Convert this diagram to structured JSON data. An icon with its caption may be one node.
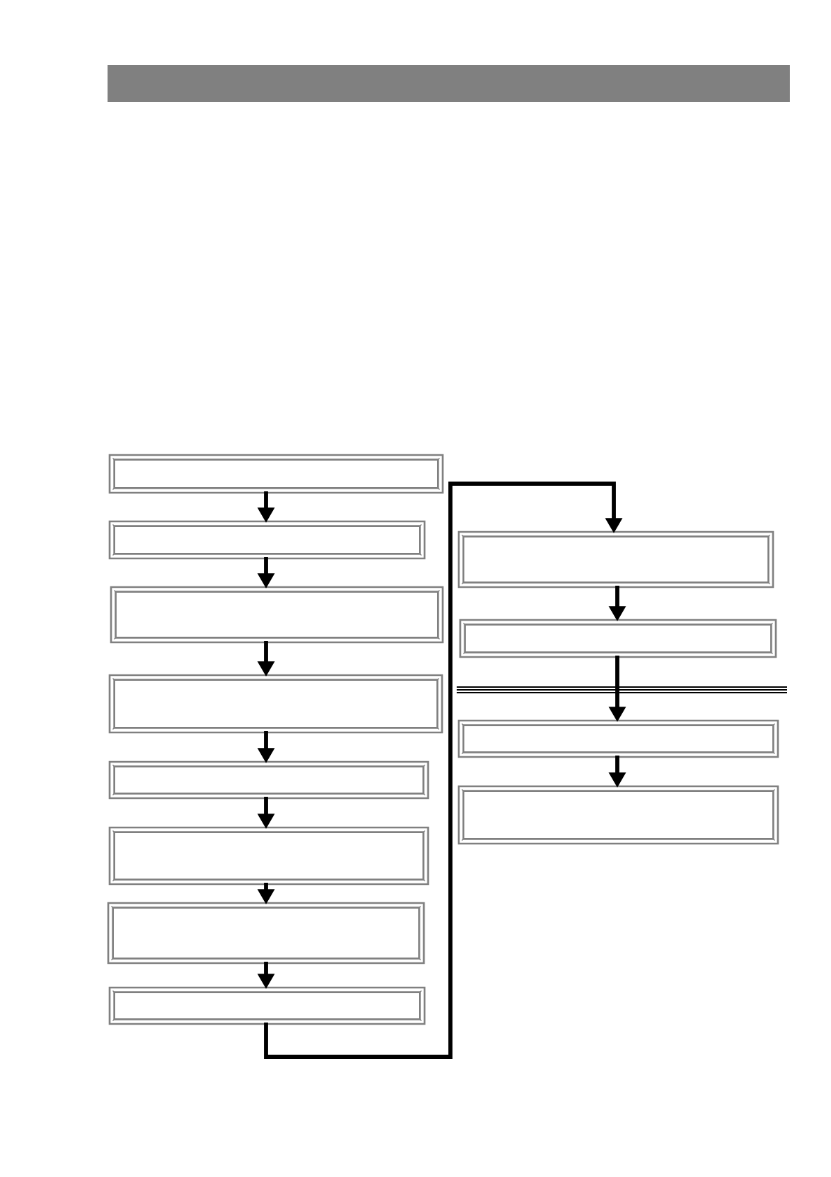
{
  "diagram": {
    "nodes": [
      {
        "text": [],
        "shape": "box"
      },
      {
        "text": [],
        "shape": "box"
      },
      {
        "text": [],
        "shape": "box"
      },
      {
        "text": [],
        "shape": "box"
      },
      {
        "text": [],
        "shape": "box"
      },
      {
        "text": [],
        "shape": "box"
      },
      {
        "text": [],
        "shape": "box"
      },
      {
        "text": [],
        "shape": "box"
      },
      {
        "text": [],
        "shape": "box"
      },
      {
        "text": [],
        "shape": "box"
      },
      {
        "text": [],
        "shape": "box"
      },
      {
        "text": [],
        "shape": "box"
      }
    ],
    "edges": [
      {
        "from": 0,
        "to": 1,
        "arrow": "to"
      },
      {
        "from": 1,
        "to": 2,
        "arrow": "to"
      },
      {
        "from": 2,
        "to": 3,
        "arrow": "to"
      },
      {
        "from": 3,
        "to": 4,
        "arrow": "to"
      },
      {
        "from": 4,
        "to": 5,
        "arrow": "to"
      },
      {
        "from": 5,
        "to": 6,
        "arrow": "to"
      },
      {
        "from": 6,
        "to": 7,
        "arrow": "to"
      },
      {
        "from": 7,
        "to": 8,
        "arrow": "to"
      },
      {
        "from": 8,
        "to": 9,
        "arrow": "to"
      },
      {
        "from": 9,
        "to": 10,
        "arrow": "to"
      },
      {
        "from": 10,
        "to": 11,
        "arrow": "to"
      }
    ]
  }
}
